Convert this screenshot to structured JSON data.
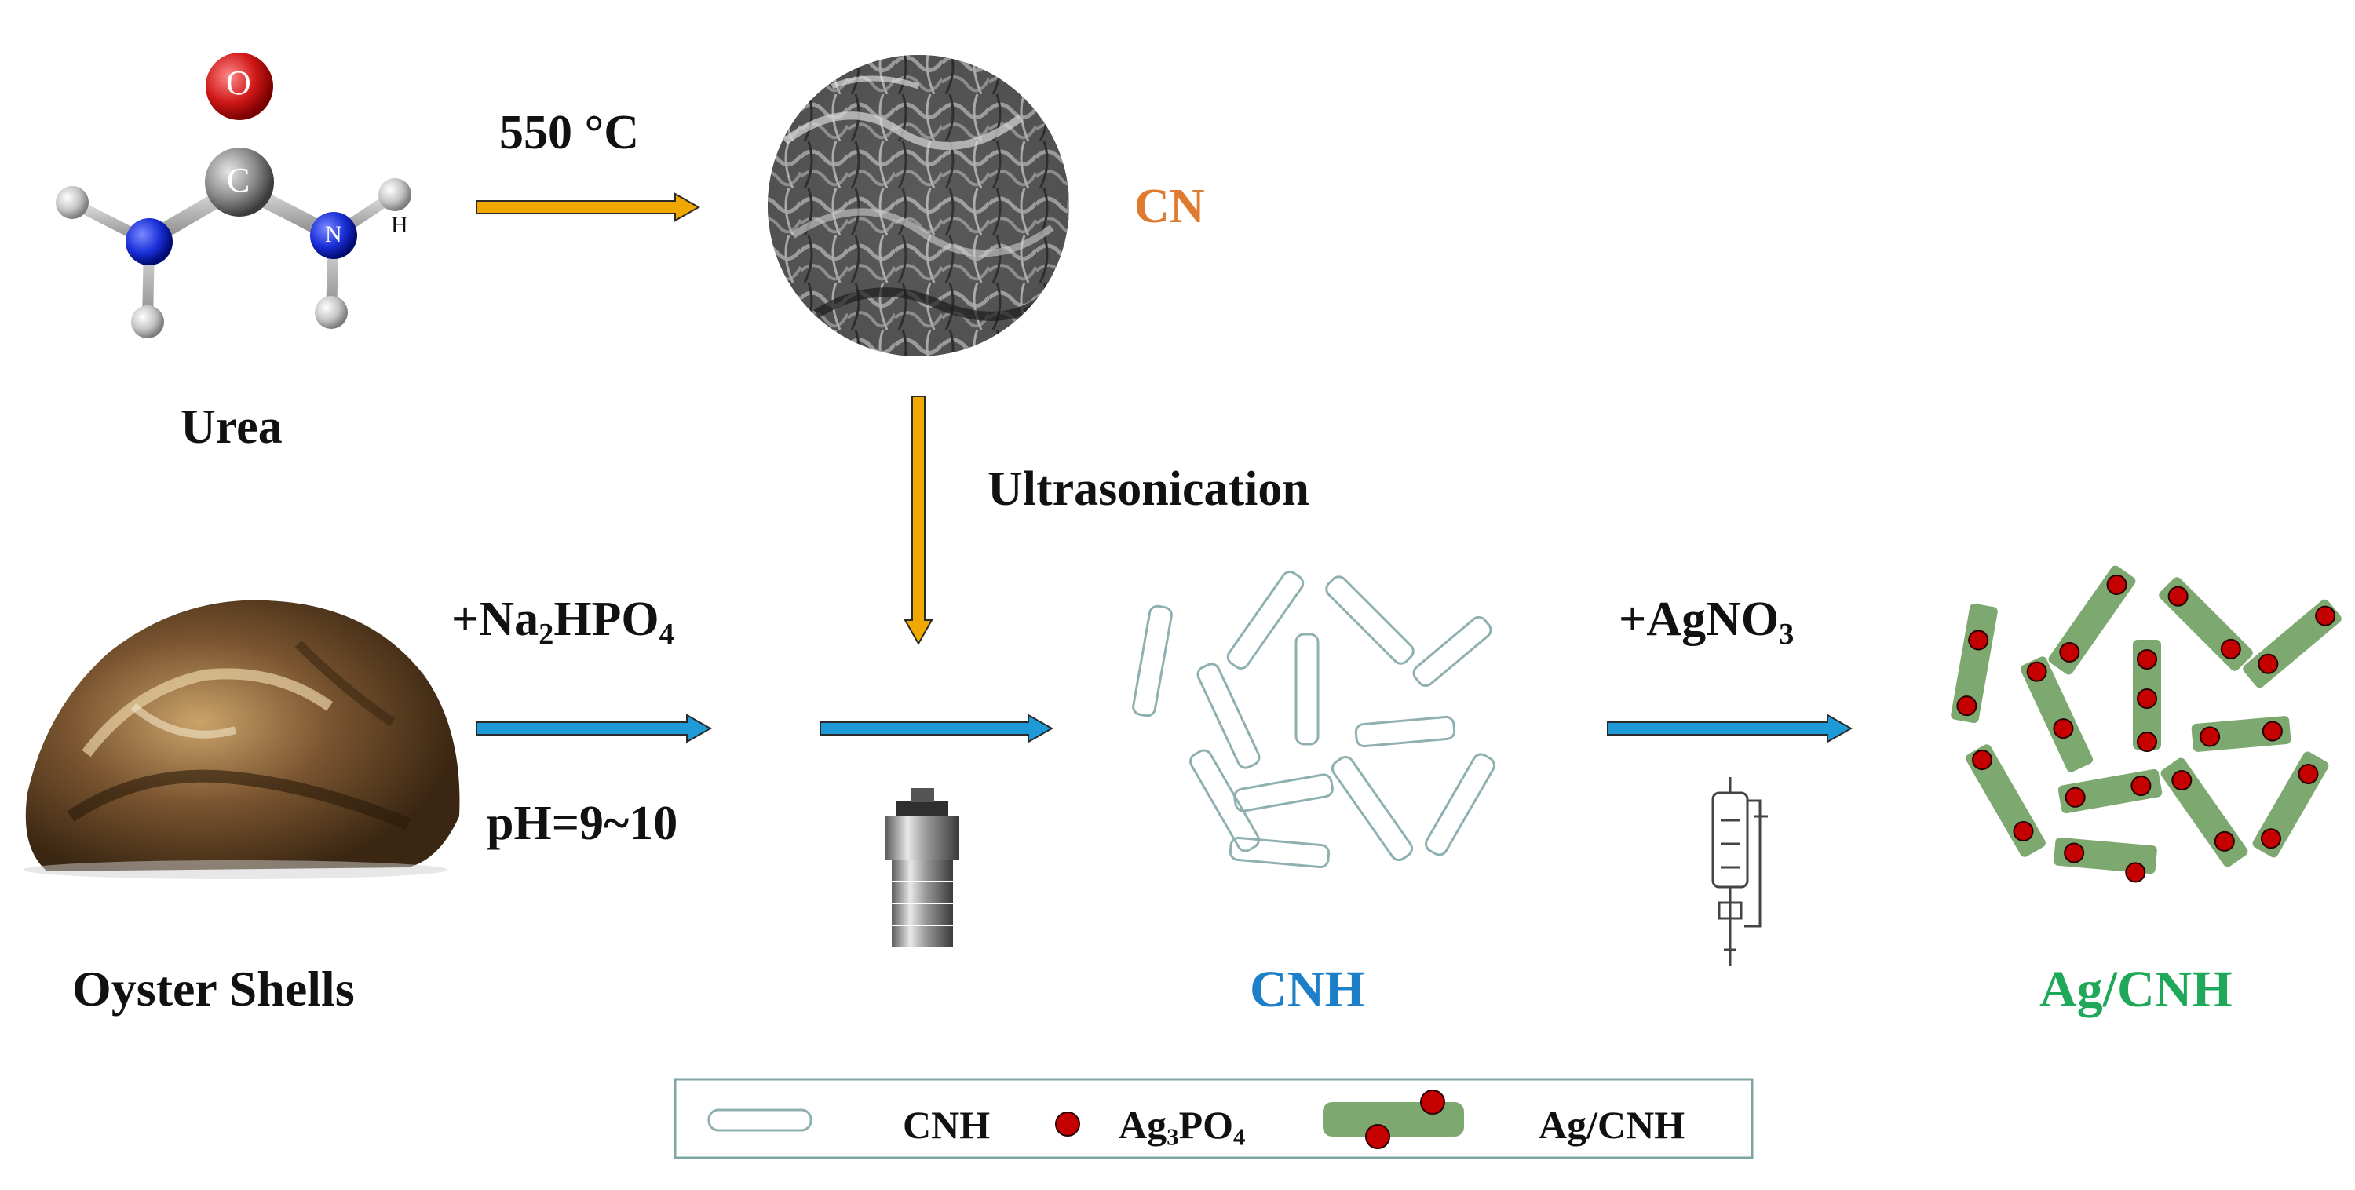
{
  "labels": {
    "urea": "Urea",
    "temp": "550 °C",
    "cn": "CN",
    "ultrasonication": "Ultrasonication",
    "oyster": "Oyster Shells",
    "na2hpo4_prefix": "+Na",
    "na2hpo4_sub1": "2",
    "na2hpo4_mid": "HPO",
    "na2hpo4_sub2": "4",
    "ph": "pH=9~10",
    "agno3_prefix": "+AgNO",
    "agno3_sub": "3",
    "cnh": "CNH",
    "agcnh": "Ag/CNH"
  },
  "molecule": {
    "atom_o": "O",
    "atom_c": "C",
    "atom_n": "N",
    "atom_h": "H"
  },
  "legend": {
    "cnh": "CNH",
    "ag3po4_prefix": "Ag",
    "ag3po4_sub1": "3",
    "ag3po4_mid": "PO",
    "ag3po4_sub2": "4",
    "agcnh": "Ag/CNH"
  },
  "colors": {
    "orange_arrow": "#f0a800",
    "blue_arrow": "#1f9ad8",
    "cn_text": "#e07a2e",
    "cnh_text": "#1e7fc9",
    "agcnh_text": "#1fa85a",
    "rod_outline": "#8fb0b0",
    "green_rod": "#7da870",
    "red_dot": "#c40000"
  }
}
